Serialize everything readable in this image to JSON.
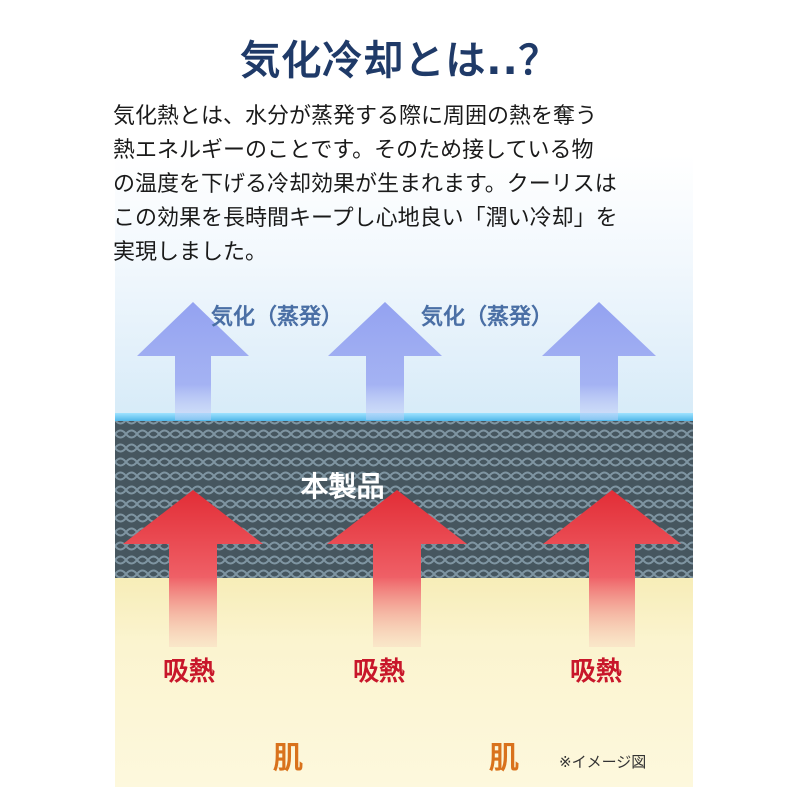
{
  "title": "気化冷却とは..？",
  "description_lines": [
    "気化熱とは、水分が蒸発する際に周囲の熱を奪う",
    "熱エネルギーのことです。そのため接している物",
    "の温度を下げる冷却効果が生まれます。クーリスは",
    "この効果を長時間キープし心地良い「潤い冷却」を",
    "実現しました。"
  ],
  "diagram": {
    "vapor_labels": [
      "気化（蒸発）",
      "気化（蒸発）"
    ],
    "product_label": "本製品",
    "absorb_labels": [
      "吸熱",
      "吸熱",
      "吸熱"
    ],
    "skin_labels": [
      "肌",
      "肌"
    ],
    "note": "※イメージ図"
  },
  "colors": {
    "title": "#1f3a68",
    "vapor_arrow": "#8f9ef0",
    "heat_arrow": "#e8333c",
    "mesh": "#4a5a63",
    "skin": "#fbf4cf",
    "absorb_text": "#c8172a",
    "skin_text": "#d9721c"
  }
}
